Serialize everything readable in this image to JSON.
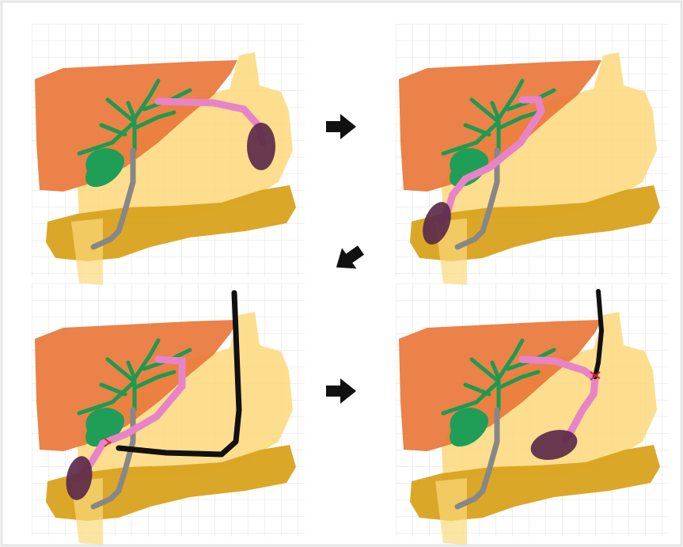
{
  "figure": {
    "panel_count": 4,
    "arrow_count": 3,
    "arrow_icon": "arrow-icon",
    "colors": {
      "background": "#ffffff",
      "border": "#e6e6e6",
      "grid": "#e2e2e2",
      "liver": "#e9773a",
      "stomach": "#fbd87a",
      "duodenum": "#d9a21e",
      "bile_ducts": "#1e9a50",
      "gallbladder": "#1f9e58",
      "common_bile_duct": "#878787",
      "pink_tube": "#e784c8",
      "cyst": "#5c2a4a",
      "endoscope": "#111111",
      "stitch": "#d6283a",
      "arrow": "#111111"
    },
    "panels": [
      {
        "id": "panel-1",
        "step": 1,
        "tube_route": "anchored-to-stomach",
        "scope": "none"
      },
      {
        "id": "panel-2",
        "step": 2,
        "tube_route": "repositioned-to-duodenum",
        "scope": "none"
      },
      {
        "id": "panel-3",
        "step": 3,
        "tube_route": "duodenum",
        "scope": "endoscope-inserted"
      },
      {
        "id": "panel-4",
        "step": 4,
        "tube_route": "stomach-anastomosis",
        "scope": "endoscope-upper"
      }
    ]
  }
}
